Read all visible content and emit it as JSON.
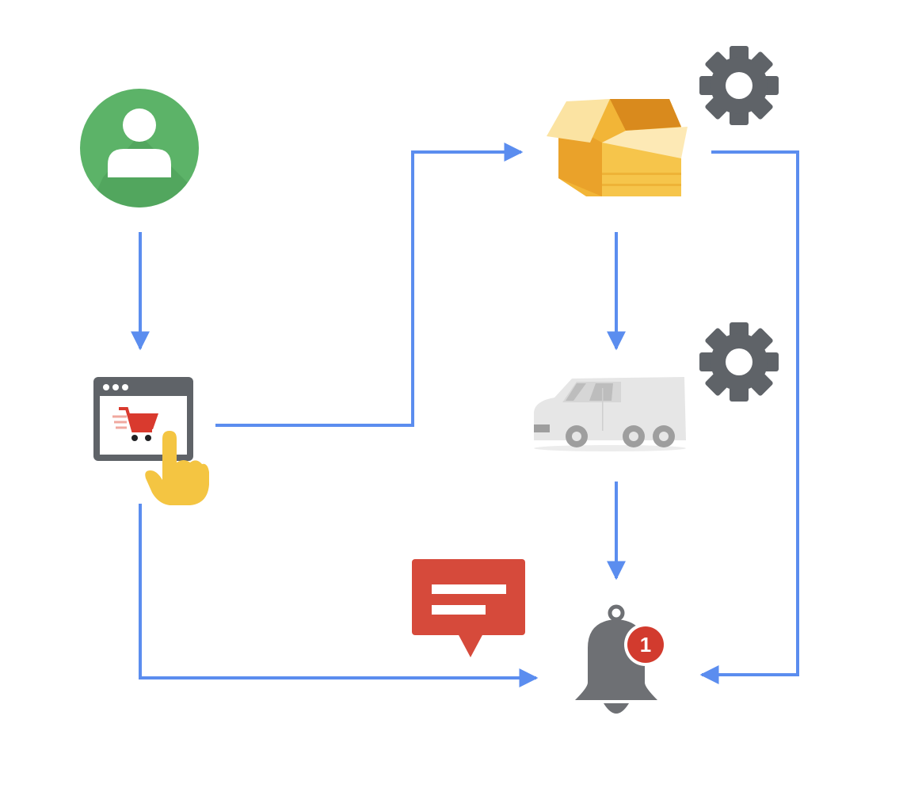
{
  "diagram": {
    "nodes": [
      {
        "id": "customer",
        "icon": "user-avatar-icon"
      },
      {
        "id": "online-order",
        "icon": "shopping-cart-browser-icon"
      },
      {
        "id": "package",
        "icon": "open-box-icon"
      },
      {
        "id": "package-settings",
        "icon": "gear-icon"
      },
      {
        "id": "delivery-van",
        "icon": "delivery-van-icon"
      },
      {
        "id": "van-settings",
        "icon": "gear-icon"
      },
      {
        "id": "message",
        "icon": "message-bubble-icon"
      },
      {
        "id": "notification",
        "icon": "notification-bell-icon"
      }
    ],
    "edges": [
      {
        "from": "customer",
        "to": "online-order"
      },
      {
        "from": "online-order",
        "to": "package"
      },
      {
        "from": "package",
        "to": "delivery-van"
      },
      {
        "from": "delivery-van",
        "to": "notification"
      },
      {
        "from": "online-order",
        "to": "notification"
      },
      {
        "from": "package",
        "to": "notification"
      }
    ],
    "notification_badge_count": "1",
    "colors": {
      "arrow": "#5b8def",
      "user_circle": "#5cb368",
      "gear": "#5f6368",
      "box": "#f2b537",
      "van": "#e6e6e6",
      "message": "#d64a3b",
      "bell": "#6e7074",
      "badge": "#d23b2e",
      "hand": "#f4c542",
      "cart": "#d93a2e"
    }
  }
}
